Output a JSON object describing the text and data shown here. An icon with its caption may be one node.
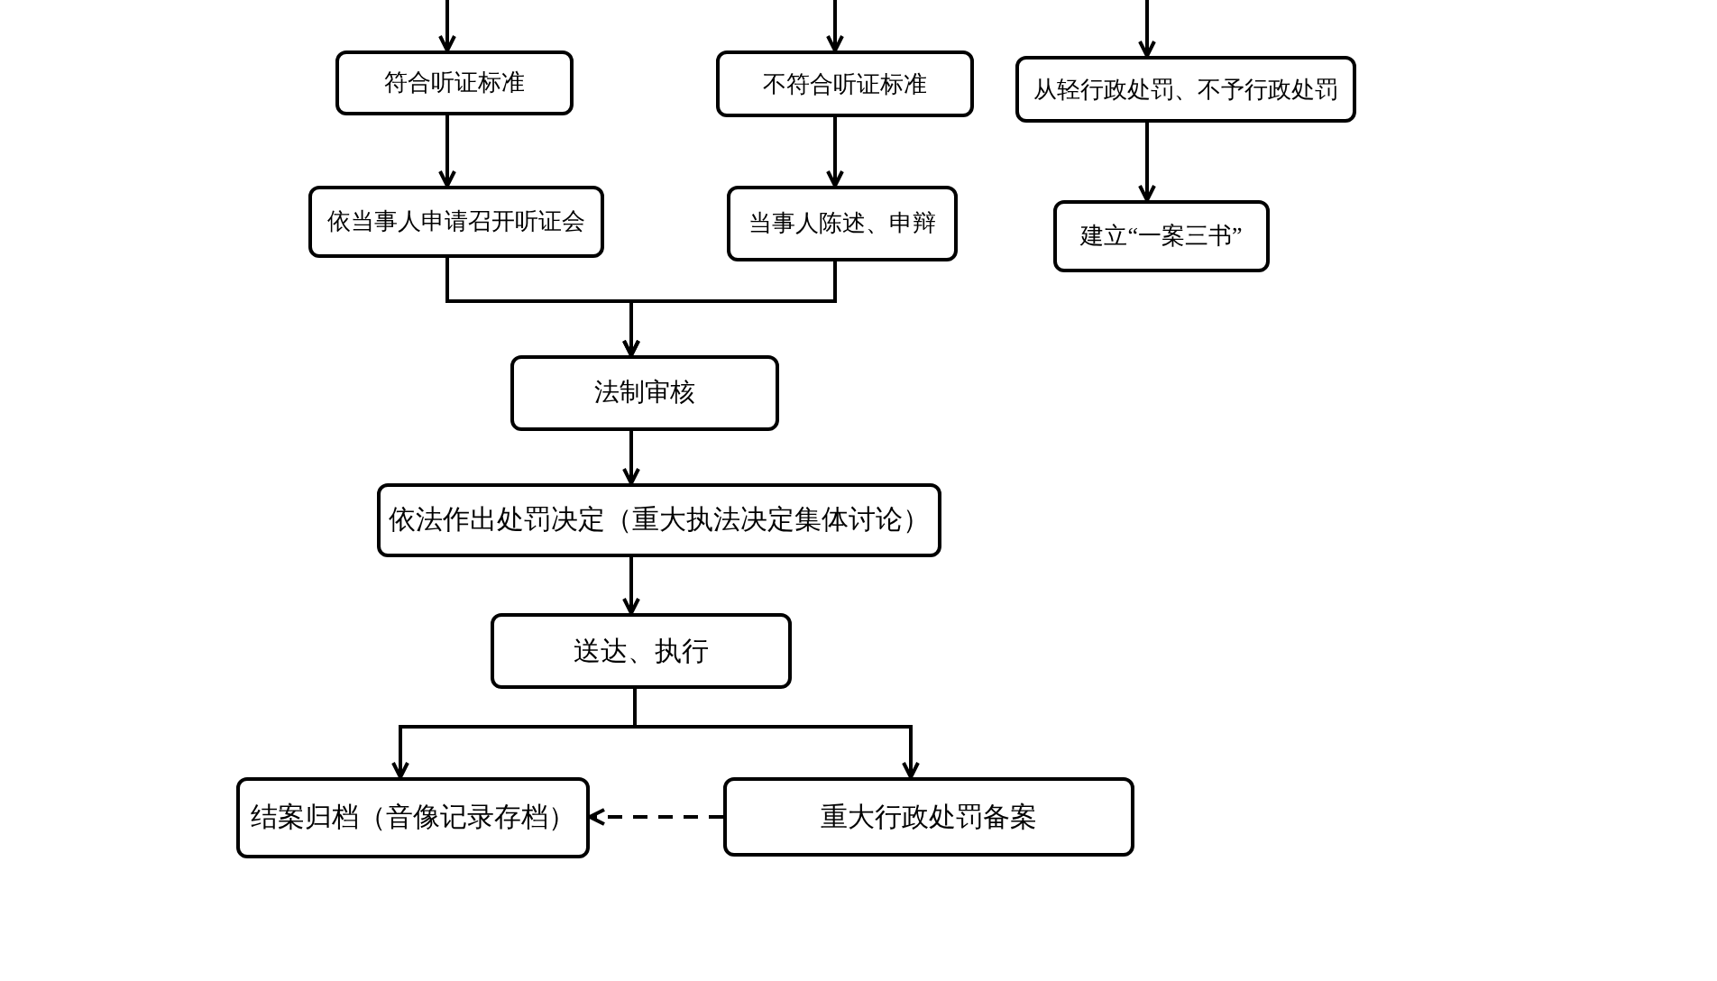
{
  "diagram": {
    "nodes": [
      {
        "text": [
          "符合听证标准"
        ]
      },
      {
        "text": [
          "不符合听证标准"
        ]
      },
      {
        "text": [
          "从轻行政处罚、不予行政处罚"
        ]
      },
      {
        "text": [
          "依当事人申请召开听证会"
        ]
      },
      {
        "text": [
          "当事人陈述、申辩"
        ]
      },
      {
        "text": [
          "建立“一案三书”"
        ]
      },
      {
        "text": [
          "法制审核"
        ]
      },
      {
        "text": [
          "依法作出处罚决定（重大执法决定集体讨论）"
        ]
      },
      {
        "text": [
          "送达、执行"
        ]
      },
      {
        "text": [
          "结案归档（音像记录存档）"
        ]
      },
      {
        "text": [
          "重大行政处罚备案"
        ]
      }
    ],
    "edges": [
      {
        "from": null,
        "to": 0,
        "arrow": "to"
      },
      {
        "from": null,
        "to": 1,
        "arrow": "to"
      },
      {
        "from": null,
        "to": 2,
        "arrow": "to"
      },
      {
        "from": 0,
        "to": 3,
        "arrow": "to"
      },
      {
        "from": 1,
        "to": 4,
        "arrow": "to"
      },
      {
        "from": 2,
        "to": 5,
        "arrow": "to"
      },
      {
        "from": 3,
        "to": 6,
        "arrow": "to"
      },
      {
        "from": 4,
        "to": 6,
        "arrow": "to"
      },
      {
        "from": 6,
        "to": 7,
        "arrow": "to"
      },
      {
        "from": 7,
        "to": 8,
        "arrow": "to"
      },
      {
        "from": 8,
        "to": 9,
        "arrow": "to"
      },
      {
        "from": 8,
        "to": 10,
        "arrow": "to"
      },
      {
        "from": 10,
        "to": 9,
        "arrow": "to",
        "style": "dashed"
      }
    ]
  }
}
